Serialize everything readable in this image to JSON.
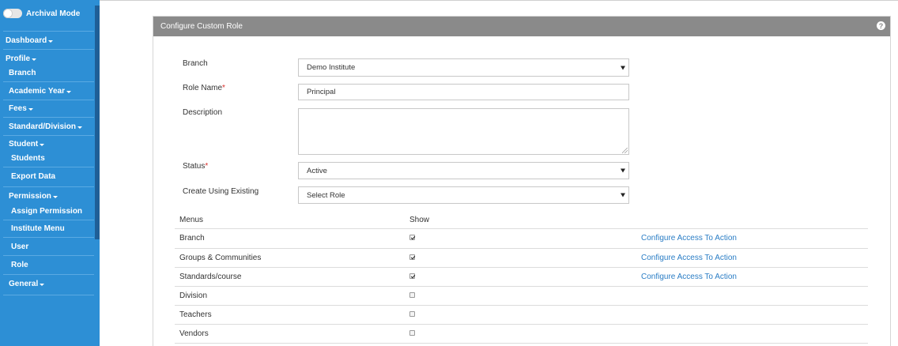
{
  "sidebar": {
    "archival_label": "Archival Mode",
    "items": [
      {
        "label": "Dashboard",
        "caret": true
      },
      {
        "label": "Profile",
        "caret": true
      },
      {
        "label": "Branch",
        "caret": false
      },
      {
        "label": "Academic Year",
        "caret": true
      },
      {
        "label": "Fees",
        "caret": true
      },
      {
        "label": "Standard/Division",
        "caret": true
      },
      {
        "label": "Student",
        "caret": true
      },
      {
        "label": "Students",
        "caret": false
      },
      {
        "label": "Export Data",
        "caret": false
      },
      {
        "label": "Permission",
        "caret": true
      },
      {
        "label": "Assign Permission",
        "caret": false
      },
      {
        "label": "Institute Menu",
        "caret": false
      },
      {
        "label": "User",
        "caret": false
      },
      {
        "label": "Role",
        "caret": false
      },
      {
        "label": "General",
        "caret": true
      }
    ]
  },
  "panel": {
    "title": "Configure Custom Role",
    "help_glyph": "?"
  },
  "form": {
    "branch_label": "Branch",
    "branch_value": "Demo Institute",
    "role_name_label": "Role Name",
    "role_name_value": "Principal",
    "required_mark": "*",
    "description_label": "Description",
    "description_value": "",
    "status_label": "Status",
    "status_value": "Active",
    "existing_label": "Create Using Existing",
    "existing_value": "Select Role"
  },
  "table": {
    "col_menus": "Menus",
    "col_show": "Show",
    "rows": [
      {
        "menu": "Branch",
        "show": true,
        "action": "Configure Access To Action"
      },
      {
        "menu": "Groups & Communities",
        "show": true,
        "action": "Configure Access To Action"
      },
      {
        "menu": "Standards/course",
        "show": true,
        "action": "Configure Access To Action"
      },
      {
        "menu": "Division",
        "show": false,
        "action": ""
      },
      {
        "menu": "Teachers",
        "show": false,
        "action": ""
      },
      {
        "menu": "Vendors",
        "show": false,
        "action": ""
      }
    ]
  },
  "colors": {
    "sidebar_bg": "#2d8fd5",
    "panel_header_bg": "#8a8a8a",
    "link": "#2a7dc5",
    "required": "#d9302b"
  }
}
